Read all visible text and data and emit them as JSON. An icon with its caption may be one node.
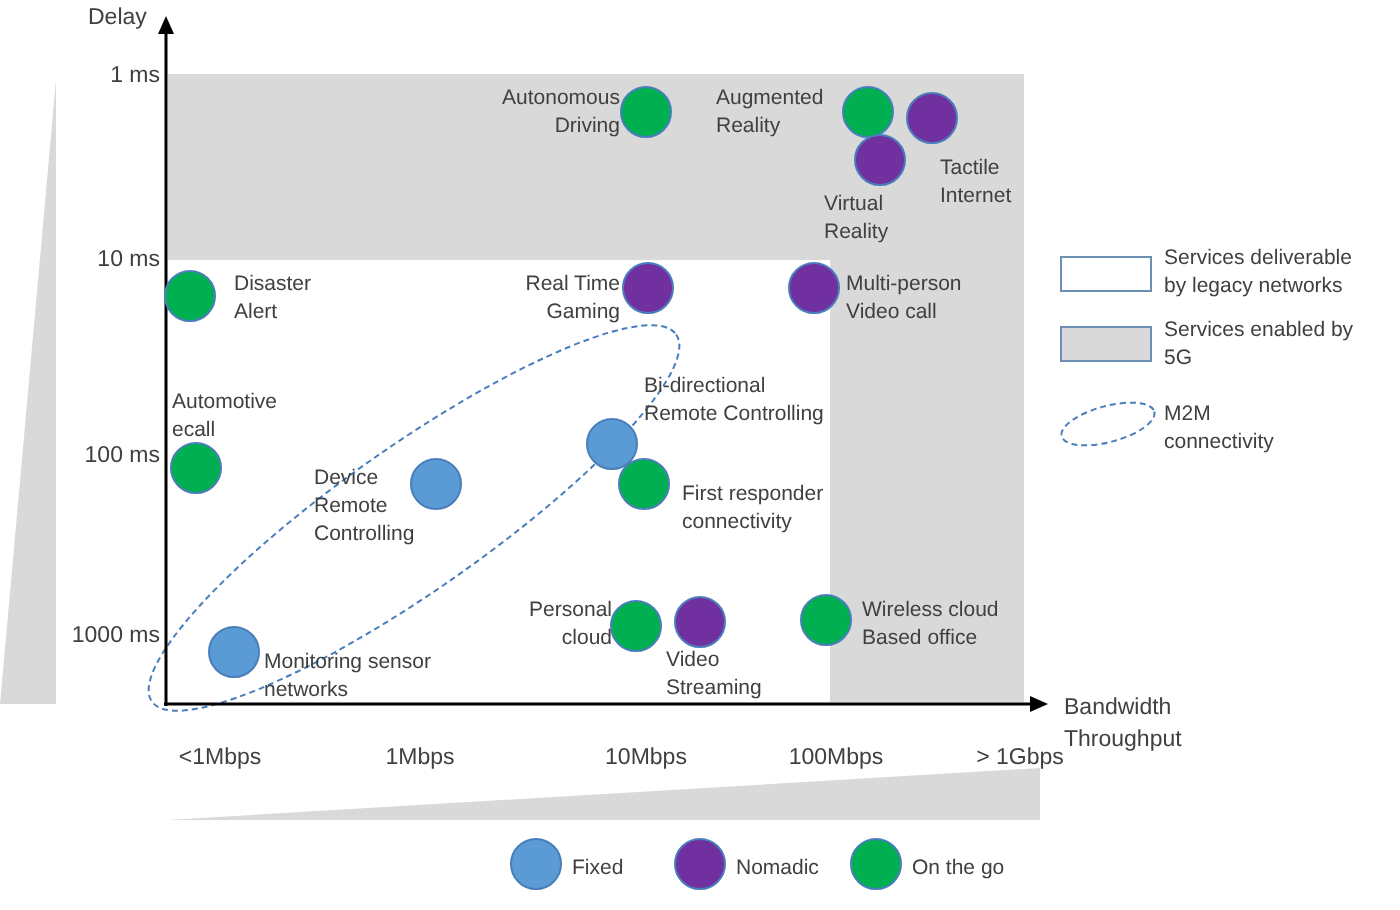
{
  "diagram": {
    "nodes": [
      {
        "text": [],
        "shape": "circle",
        "beside": [
          "Autonomous Driving"
        ]
      },
      {
        "text": [],
        "shape": "circle",
        "beside": [
          "Augmented Reality"
        ]
      },
      {
        "text": [],
        "shape": "circle",
        "beside": [
          "Tactile Internet"
        ]
      },
      {
        "text": [],
        "shape": "circle",
        "beside": [
          "Virtual Reality"
        ]
      },
      {
        "text": [],
        "shape": "circle",
        "beside": [
          "Disaster Alert"
        ]
      },
      {
        "text": [],
        "shape": "circle",
        "beside": [
          "Real Time Gaming"
        ]
      },
      {
        "text": [],
        "shape": "circle",
        "beside": [
          "Multi-person Video call"
        ]
      },
      {
        "text": [],
        "shape": "circle",
        "beside": [
          "Automotive ecall"
        ]
      },
      {
        "text": [],
        "shape": "circle",
        "beside": [
          "Bi-directional Remote Controlling"
        ]
      },
      {
        "text": [],
        "shape": "circle",
        "beside": [
          "Device Remote Controlling"
        ]
      },
      {
        "text": [],
        "shape": "circle",
        "beside": [
          "First responder connectivity"
        ]
      },
      {
        "text": [],
        "shape": "circle",
        "beside": [
          "Personal cloud"
        ]
      },
      {
        "text": [],
        "shape": "circle",
        "beside": [
          "Video Streaming"
        ]
      },
      {
        "text": [],
        "shape": "circle",
        "beside": [
          "Wireless cloud Based office"
        ]
      },
      {
        "text": [],
        "shape": "circle",
        "beside": [
          "Monitoring sensor networks"
        ]
      }
    ],
    "labels": [
      "Delay",
      "1 ms",
      "10 ms",
      "100 ms",
      "1000 ms",
      "<1Mbps",
      "1Mbps",
      "10Mbps",
      "100Mbps",
      "> 1Gbps",
      "Bandwidth Throughput"
    ],
    "legend": [
      {
        "text": "Services deliverable by legacy networks",
        "color": "#ffffff"
      },
      {
        "text": "Services enabled by 5G",
        "color": "#d9d9d9"
      },
      {
        "text": "M2M connectivity"
      },
      {
        "text": "Fixed",
        "color": "#5b9bd5"
      },
      {
        "text": "Nomadic",
        "color": "#7030a0"
      },
      {
        "text": "On the go",
        "color": "#00b050"
      }
    ]
  }
}
